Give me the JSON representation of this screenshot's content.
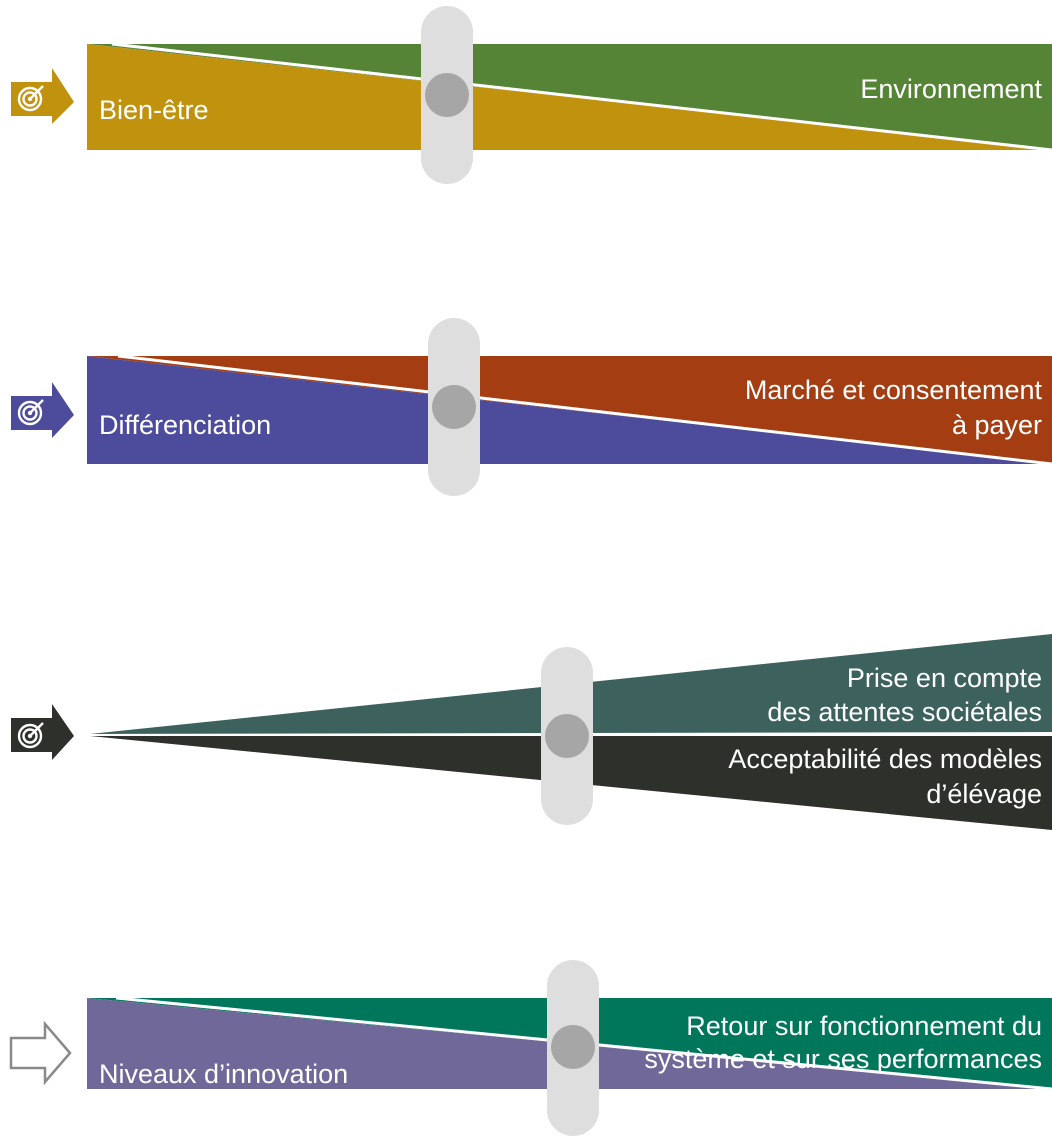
{
  "rows": [
    {
      "id": "bien-etre",
      "icon": "target-icon",
      "left_label": "Bien-être",
      "right_label": [
        "Environnement"
      ],
      "colors": {
        "left": "#C0920E",
        "right": "#568436",
        "arrow": "#C0920E"
      },
      "slider_level": 0.33
    },
    {
      "id": "differenciation",
      "icon": "target-icon",
      "left_label": "Différenciation",
      "right_label": [
        "Marché et consentement",
        "à payer"
      ],
      "colors": {
        "left": "#4D4C9C",
        "right": "#A53D12",
        "arrow": "#4D4C9C"
      },
      "slider_level": 0.33
    },
    {
      "id": "attentes",
      "icon": "target-icon",
      "top_label": [
        "Prise en compte",
        "des attentes sociétales"
      ],
      "bottom_label": [
        "Acceptabilité des modèles",
        "d’élévage"
      ],
      "colors": {
        "top": "#3D625E",
        "bottom": "#2E302C",
        "arrow": "#2E302C"
      },
      "slider_level": 0.45
    },
    {
      "id": "innovation",
      "icon": "outline-arrow-icon",
      "left_label": "Niveaux d’innovation",
      "right_label": [
        "Retour sur fonctionnement du",
        "système et sur ses performances"
      ],
      "colors": {
        "left": "#706898",
        "right": "#00765B",
        "arrow": "#ffffff"
      },
      "slider_level": 0.5
    }
  ]
}
